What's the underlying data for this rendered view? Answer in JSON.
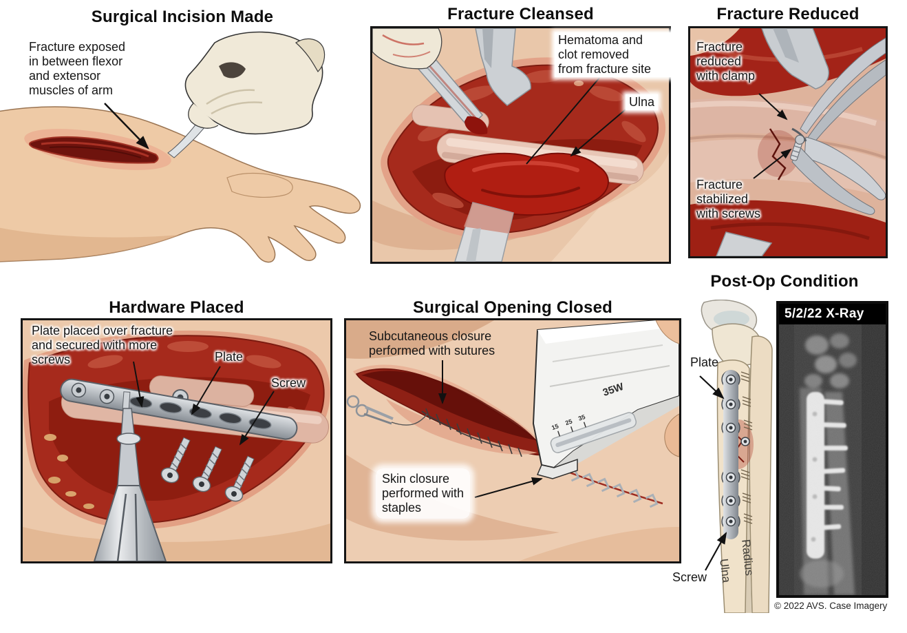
{
  "palette": {
    "background": "#ffffff",
    "ink": "#111111",
    "skin": "#eccaa8",
    "wound_dark": "#6e130d",
    "muscle_red": "#a62a1c",
    "bone_pink": "#e6c3b2",
    "bone_dry": "#efe2ca",
    "metal": "#c9cdd1",
    "glove": "#f0e9d8",
    "xray_background": "#3c3c3c"
  },
  "panels": {
    "incision": {
      "title": "Surgical Incision Made",
      "label_fracture_exposed": "Fracture exposed\nin between flexor\nand extensor\nmuscles of arm"
    },
    "cleansed": {
      "title": "Fracture Cleansed",
      "label_hematoma": "Hematoma and\nclot removed\nfrom fracture site",
      "label_ulna": "Ulna"
    },
    "reduced": {
      "title": "Fracture Reduced",
      "label_clamp": "Fracture\nreduced\nwith clamp",
      "label_screws": "Fracture\nstabilized\nwith screws"
    },
    "hardware": {
      "title": "Hardware Placed",
      "label_plate_secured": "Plate placed over fracture\nand secured with more\nscrews",
      "label_plate": "Plate",
      "label_screw": "Screw"
    },
    "closed": {
      "title": "Surgical Opening Closed",
      "label_sutures": "Subcutaneous closure\nperformed with sutures",
      "label_staples": "Skin closure\nperformed with\nstaples",
      "stapler_marking": "35W",
      "stapler_scale": [
        "15",
        "25",
        "35"
      ]
    },
    "postop": {
      "title": "Post-Op Condition",
      "xray_title": "5/2/22 X-Ray",
      "label_plate": "Plate",
      "label_screw": "Screw",
      "label_ulna": "Ulna",
      "label_radius": "Radius",
      "credit": "© 2022 AVS. Case Imagery"
    }
  }
}
